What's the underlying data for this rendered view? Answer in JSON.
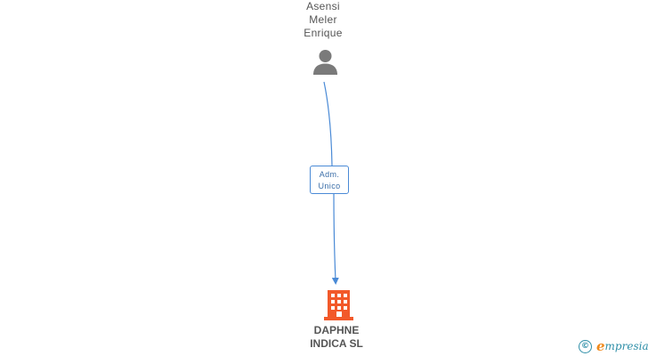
{
  "person": {
    "name_lines": [
      "Asensi",
      "Meler",
      "Enrique"
    ],
    "icon": "person-icon"
  },
  "relation": {
    "label_lines": [
      "Adm.",
      "Unico"
    ]
  },
  "company": {
    "name_lines": [
      "DAPHNE",
      "INDICA SL"
    ],
    "icon": "building-icon"
  },
  "brand": {
    "copyright_symbol": "©",
    "logo_initial": "e",
    "logo_rest": "mpresia"
  },
  "colors": {
    "person_icon": "#7a7a7a",
    "company_icon": "#f2592a",
    "edge": "#4a8ad6",
    "text": "#555555",
    "brand_orange": "#f08a1c",
    "brand_teal": "#2f8fa8"
  }
}
